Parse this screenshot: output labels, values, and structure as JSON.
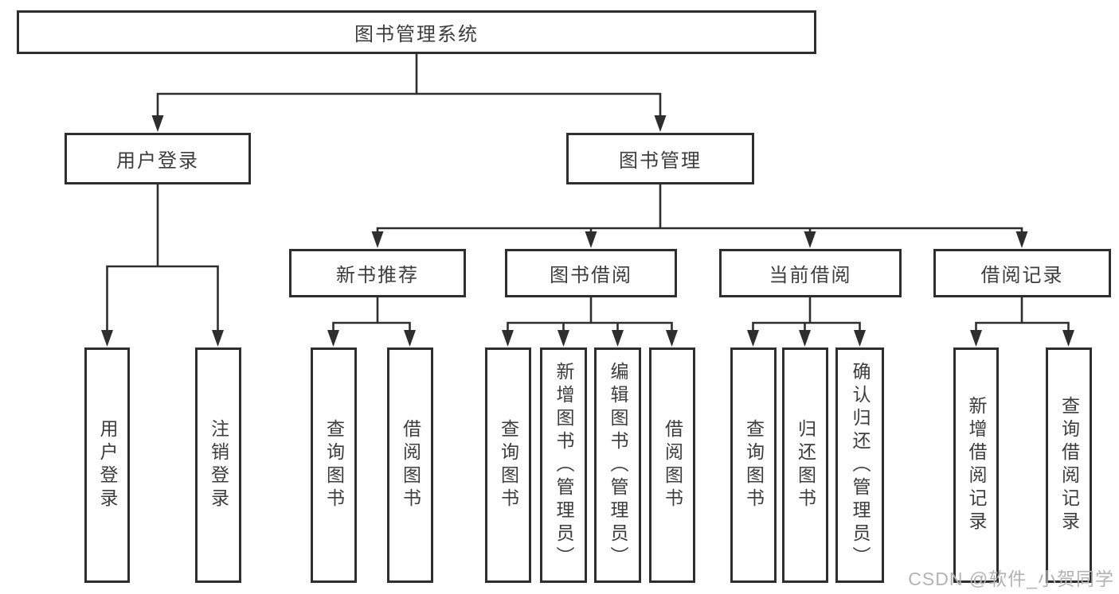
{
  "diagram_title": "图书管理系统",
  "tree": {
    "root": {
      "label": "图书管理系统",
      "children": [
        {
          "label": "用户登录",
          "children": [
            {
              "label": "用户登录"
            },
            {
              "label": "注销登录"
            }
          ]
        },
        {
          "label": "图书管理",
          "children": [
            {
              "label": "新书推荐",
              "children": [
                {
                  "label": "查询图书"
                },
                {
                  "label": "借阅图书"
                }
              ]
            },
            {
              "label": "图书借阅",
              "children": [
                {
                  "label": "查询图书"
                },
                {
                  "label": "新增图书（管理员）"
                },
                {
                  "label": "编辑图书（管理员）"
                },
                {
                  "label": "借阅图书"
                }
              ]
            },
            {
              "label": "当前借阅",
              "children": [
                {
                  "label": "查询图书"
                },
                {
                  "label": "归还图书"
                },
                {
                  "label": "确认归还（管理员）"
                }
              ]
            },
            {
              "label": "借阅记录",
              "children": [
                {
                  "label": "新增借阅记录"
                },
                {
                  "label": "查询借阅记录"
                }
              ]
            }
          ]
        }
      ]
    }
  },
  "watermark": {
    "text": "CSDN @软件_小贺同学",
    "color": "#b3b3b3"
  },
  "colors": {
    "line": "#2e2e2e",
    "border": "#2e2e2e",
    "text": "#3d3d3d",
    "background": "#ffffff"
  }
}
